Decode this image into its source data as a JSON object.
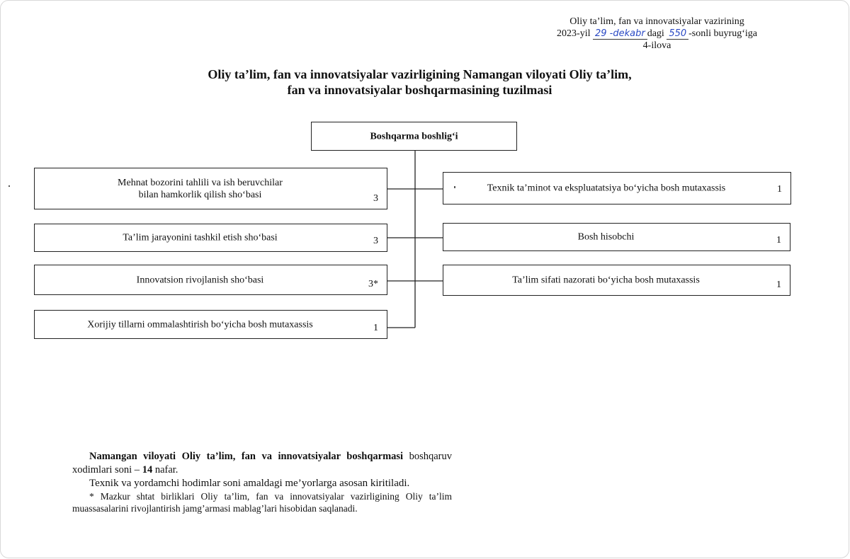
{
  "header_note": {
    "line1": "Oliy ta’lim, fan va innovatsiyalar vazirining",
    "year_prefix": "2023-yil",
    "date_handwritten": "29 -dekabr",
    "dagi": "dagi",
    "number_handwritten": "550",
    "order_suffix": "-sonli buyrug‘iga",
    "appendix": "4-ilova"
  },
  "title": {
    "line1": "Oliy ta’lim, fan va innovatsiyalar vazirligining Namangan viloyati Oliy ta’lim,",
    "line2": "fan va innovatsiyalar boshqarmasining tuzilmasi"
  },
  "org": {
    "root": "Boshqarma boshlig‘i",
    "left": [
      {
        "label": "Mehnat bozorini tahlili va ish beruvchilar\nbilan hamkorlik qilish sho‘basi",
        "count": "3"
      },
      {
        "label": "Ta’lim jarayonini tashkil etish sho‘basi",
        "count": "3"
      },
      {
        "label": "Innovatsion rivojlanish sho‘basi",
        "count": "3*"
      },
      {
        "label": "Xorijiy tillarni ommalashtirish bo‘yicha bosh mutaxassis",
        "count": "1"
      }
    ],
    "right": [
      {
        "label": "Texnik ta’minot va ekspluatatsiya bo‘yicha bosh mutaxassis",
        "count": "1"
      },
      {
        "label": "Bosh hisobchi",
        "count": "1"
      },
      {
        "label": "Ta’lim sifati nazorati bo‘yicha bosh mutaxassis",
        "count": "1"
      }
    ]
  },
  "footer": {
    "p1_bold": "Namangan viloyati Oliy ta’lim, fan va innovatsiyalar boshqarmasi",
    "p1_text": "boshqaruv xodimlari soni –",
    "p1_number": "14",
    "p1_end": "nafar.",
    "p2": "Texnik va yordamchi hodimlar soni amaldagi me’yorlarga asosan kiritiladi.",
    "p3": "* Mazkur shtat birliklari Oliy ta’lim, fan va innovatsiyalar vazirligining Oliy ta’lim muassasalarini rivojlantirish jamg’armasi mablag’lari hisobidan saqlanadi."
  }
}
